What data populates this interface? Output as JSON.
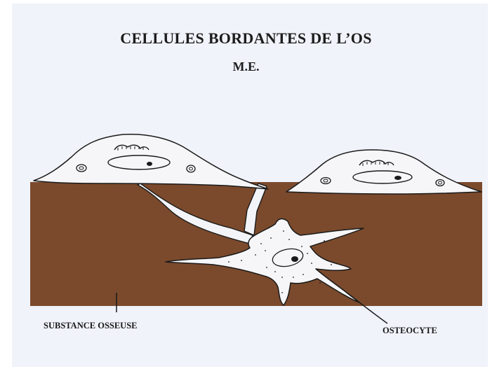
{
  "title": "CELLULES BORDANTES DE L’OS",
  "subtitle": "M.E.",
  "labels": {
    "bone_substance": "SUBSTANCE OSSEUSE",
    "osteocyte": "OSTEOCYTE"
  },
  "colors": {
    "bone": "#7b4a2c",
    "background": "#f1f3fb",
    "ink": "#1a1a1a"
  }
}
